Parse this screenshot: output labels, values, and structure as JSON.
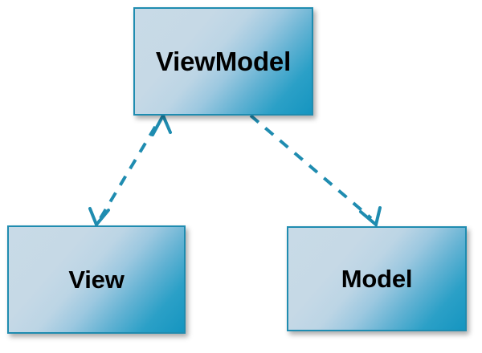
{
  "diagram": {
    "title": "MVVM pattern diagram",
    "type": "architecture-diagram",
    "background_color": "#ffffff",
    "accent_color": "#1f8cb0",
    "node_fill_light": "#c8dae7",
    "node_fill_dark": "#1595c0",
    "connector_color": "#1f8cb0",
    "nodes": [
      {
        "id": "viewmodel",
        "label": "ViewModel",
        "position": "top-center"
      },
      {
        "id": "view",
        "label": "View",
        "position": "bottom-left"
      },
      {
        "id": "model",
        "label": "Model",
        "position": "bottom-right"
      }
    ],
    "connectors": [
      {
        "id": "view-viewmodel",
        "from": "View",
        "to": "ViewModel",
        "style": "dashed",
        "arrowheads": "both",
        "direction": "bidirectional"
      },
      {
        "id": "viewmodel-model",
        "from": "ViewModel",
        "to": "Model",
        "style": "dashed",
        "arrowheads": "end",
        "direction": "unidirectional"
      }
    ]
  }
}
